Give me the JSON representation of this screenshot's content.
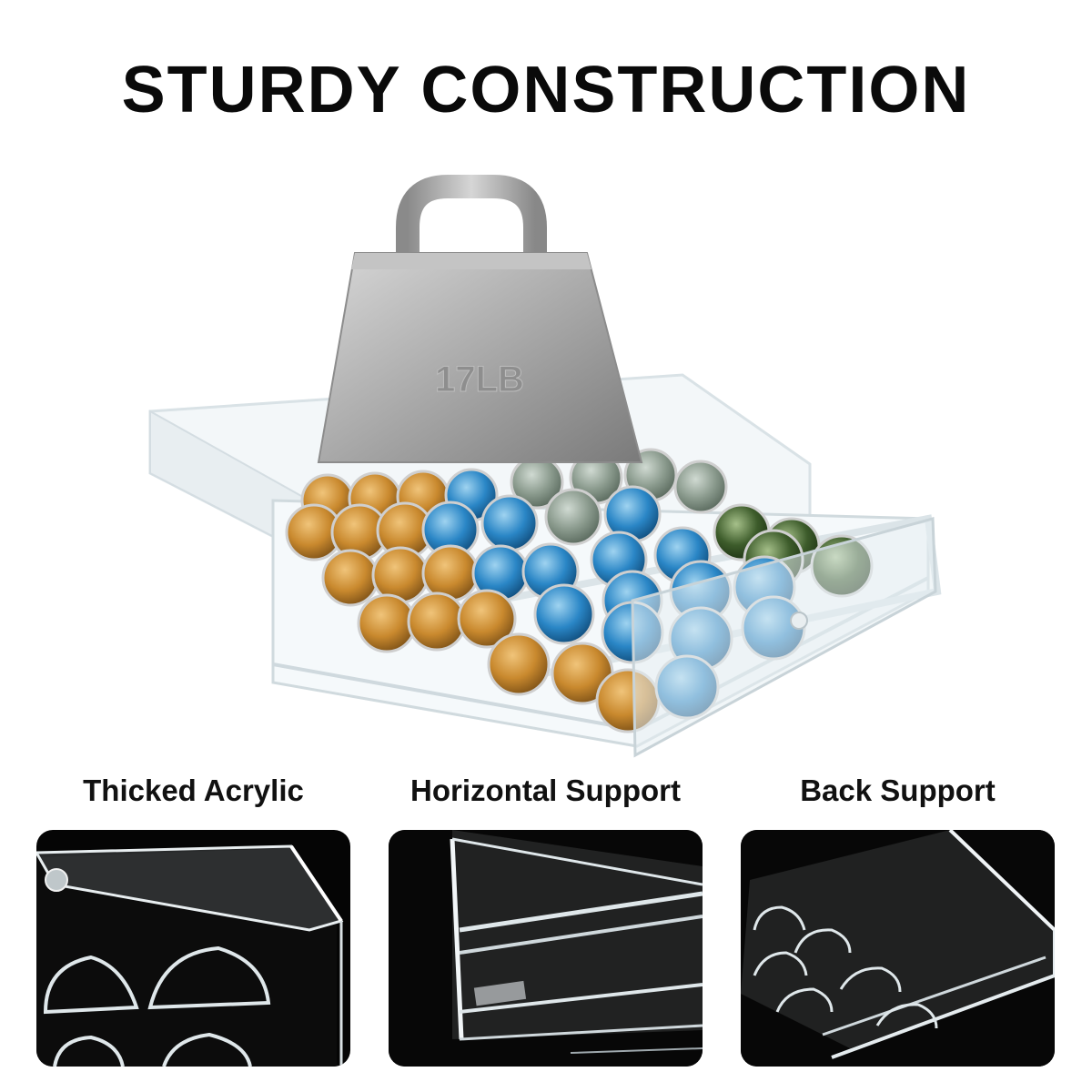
{
  "title": "STURDY CONSTRUCTION",
  "weight": {
    "label": "17LB",
    "color": "#a9a9a9"
  },
  "features": [
    {
      "label": "Thicked Acrylic"
    },
    {
      "label": "Horizontal Support"
    },
    {
      "label": "Back Support"
    }
  ],
  "colors": {
    "gold": "#c9892e",
    "blue": "#2a86c6",
    "sage": "#8a9a8d",
    "green": "#3d5c2b",
    "acrylic": "#f2f6f8",
    "panel_bg": "#050505"
  }
}
